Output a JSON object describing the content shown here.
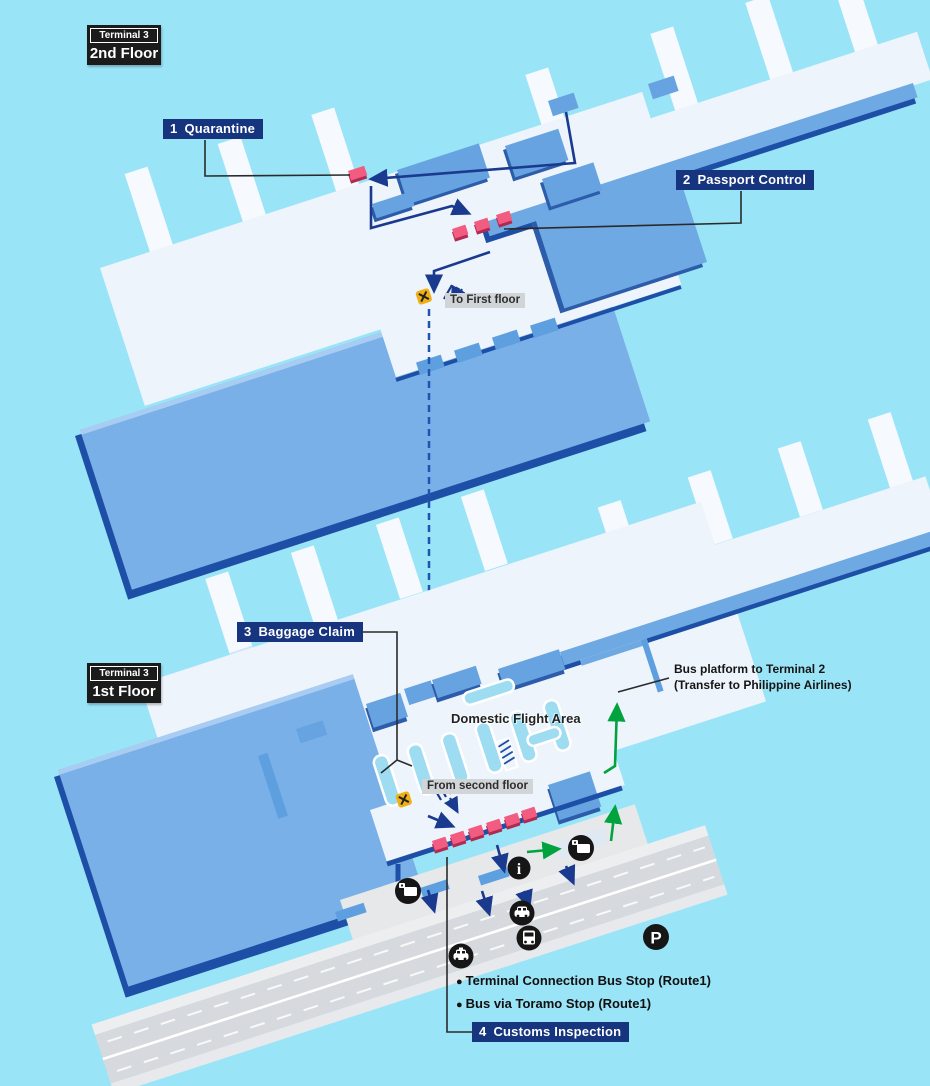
{
  "floor2": {
    "tag": {
      "terminal": "Terminal 3",
      "floor": "2nd Floor"
    },
    "steps": {
      "quarantine": {
        "num": "1",
        "label": "Quarantine"
      },
      "passport": {
        "num": "2",
        "label": "Passport Control"
      }
    },
    "to_first_floor": "To First floor"
  },
  "floor1": {
    "tag": {
      "terminal": "Terminal 3",
      "floor": "1st Floor"
    },
    "steps": {
      "baggage": {
        "num": "3",
        "label": "Baggage Claim"
      },
      "customs": {
        "num": "4",
        "label": "Customs Inspection"
      }
    },
    "from_second_floor": "From second floor",
    "domestic_flight_area": "Domestic Flight Area",
    "bus_platform_note": {
      "line1": "Bus platform to Terminal 2",
      "line2": "(Transfer to Philippine Airlines)"
    },
    "bus_stops": [
      {
        "bullet": "●",
        "text": "Terminal Connection Bus Stop (Route1)"
      },
      {
        "bullet": "●",
        "text": "Bus via Toramo Stop (Route1)"
      }
    ],
    "icon_letters": {
      "information": "i",
      "parking": "P"
    }
  },
  "palette": {
    "background": "#9ae4f8",
    "floor_white": "#eef4fb",
    "building_blue": "#79b0e8",
    "building_edge_navy": "#1d4fa6",
    "room_blue": "#66a3e0",
    "booth_pink": "#f25c80",
    "route_navy": "#1a3a8f",
    "route_green": "#00a33e",
    "label_navy": "#16357e",
    "carousel_blue": "#9edcf2",
    "road_gray": "#d6d9dd",
    "escalator_yellow": "#f0b013"
  }
}
